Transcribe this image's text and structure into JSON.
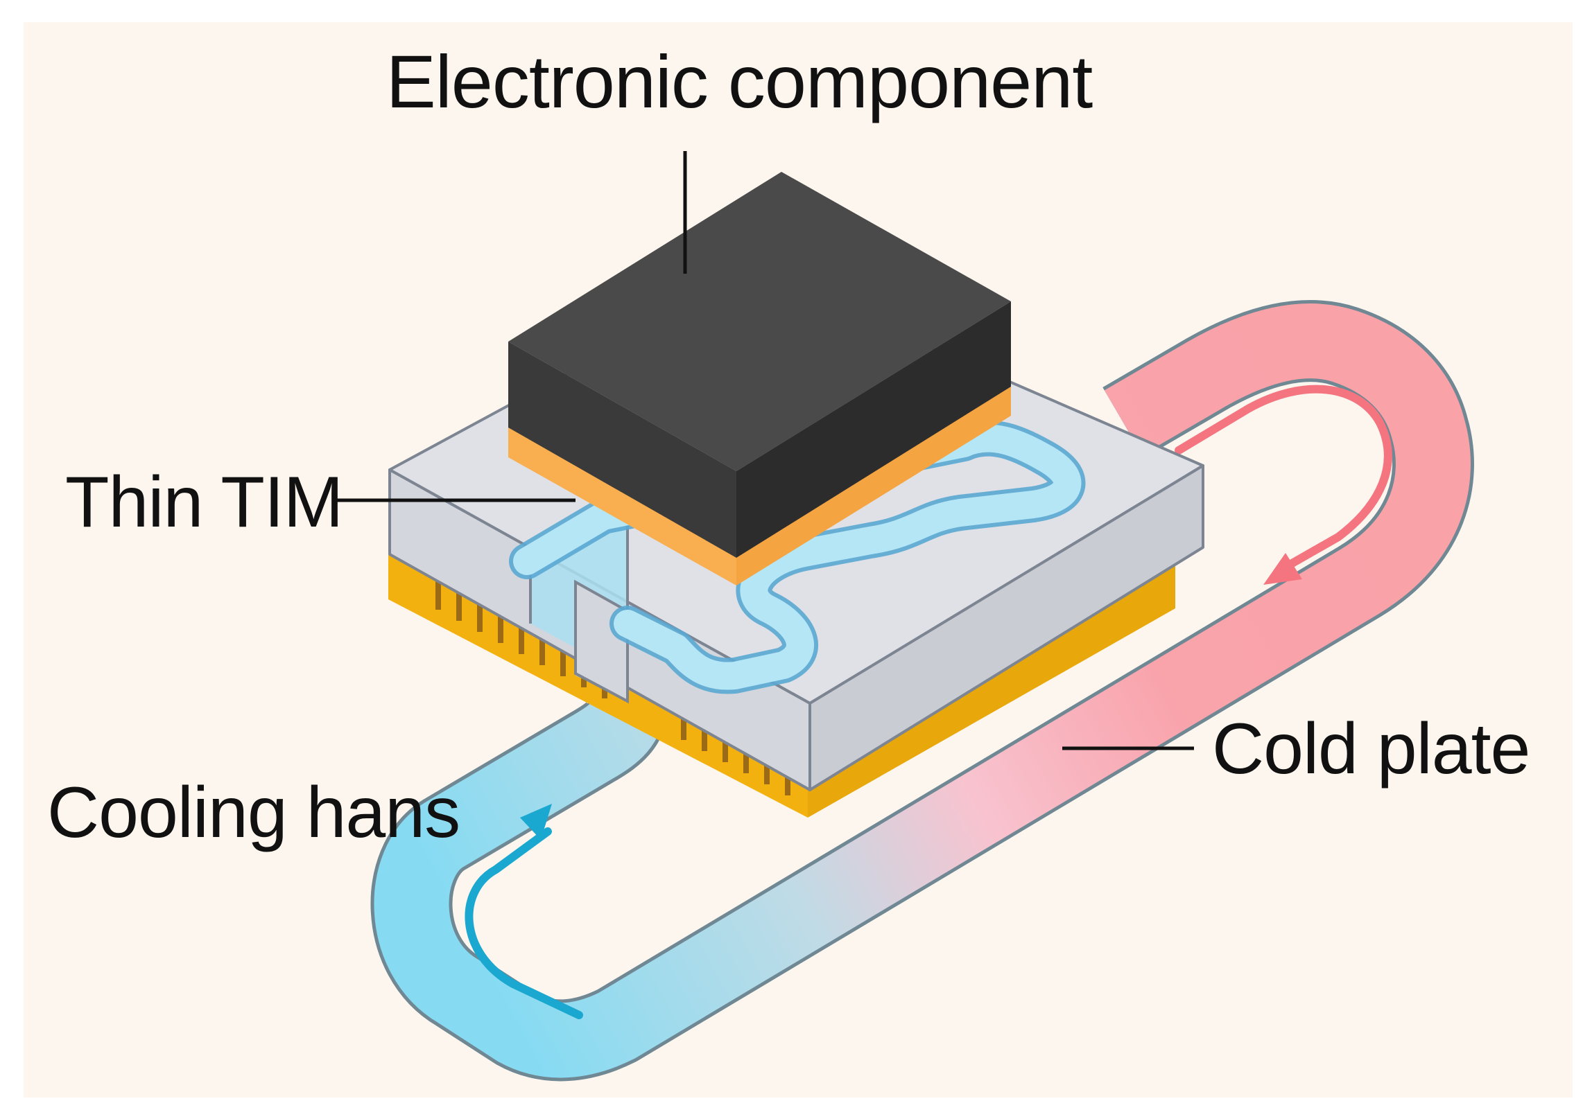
{
  "diagram": {
    "labels": {
      "electronic_component": "Electronic component",
      "thin_tim": "Thin TIM",
      "cooling_channels": "Cooling hans",
      "cold_plate": "Cold plate"
    },
    "colors": {
      "background": "#fdf6ee",
      "component_top": "#4a4a4a",
      "component_side_left": "#3a3a3a",
      "component_side_right": "#2c2c2c",
      "tim": "#f9ae4f",
      "plate_top": "#dfe1e6",
      "plate_side": "#c9ccd2",
      "plate_outline": "#7d8592",
      "plate_base": "#f3b10f",
      "fin_stripe": "#9a6a16",
      "coolant_cold": "#7fd9f0",
      "coolant_cold_line": "#24a9cf",
      "coolant_hot": "#f9a2a8",
      "coolant_hot_line": "#f47580",
      "leader_line": "#111111"
    }
  }
}
